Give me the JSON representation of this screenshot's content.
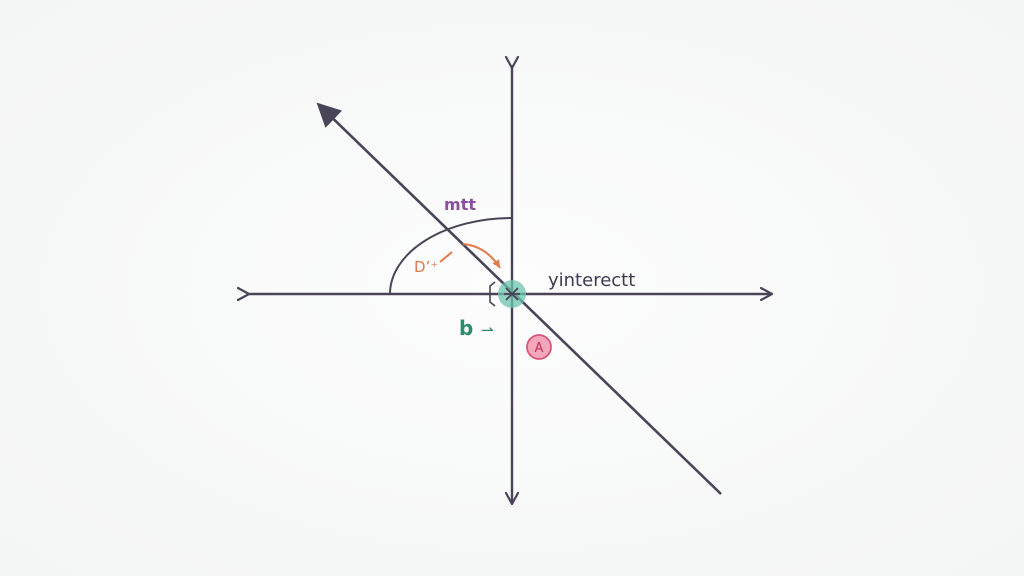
{
  "labels": {
    "slope": "mtt",
    "angle": "D’⁺",
    "y_intercept": "yinterectt",
    "b": "b",
    "b_arrow": "⇀",
    "point": "A"
  },
  "colors": {
    "axis": "#4a4458",
    "slope_label": "#8a4f9e",
    "angle_label": "#e47a4a",
    "intercept_label": "#3e3a50",
    "b_label": "#2f8a6e",
    "intercept_marker": "#6cc4ae",
    "point_fill": "#f4a7bb",
    "point_stroke": "#d9557a",
    "point_label": "#c2335a"
  }
}
